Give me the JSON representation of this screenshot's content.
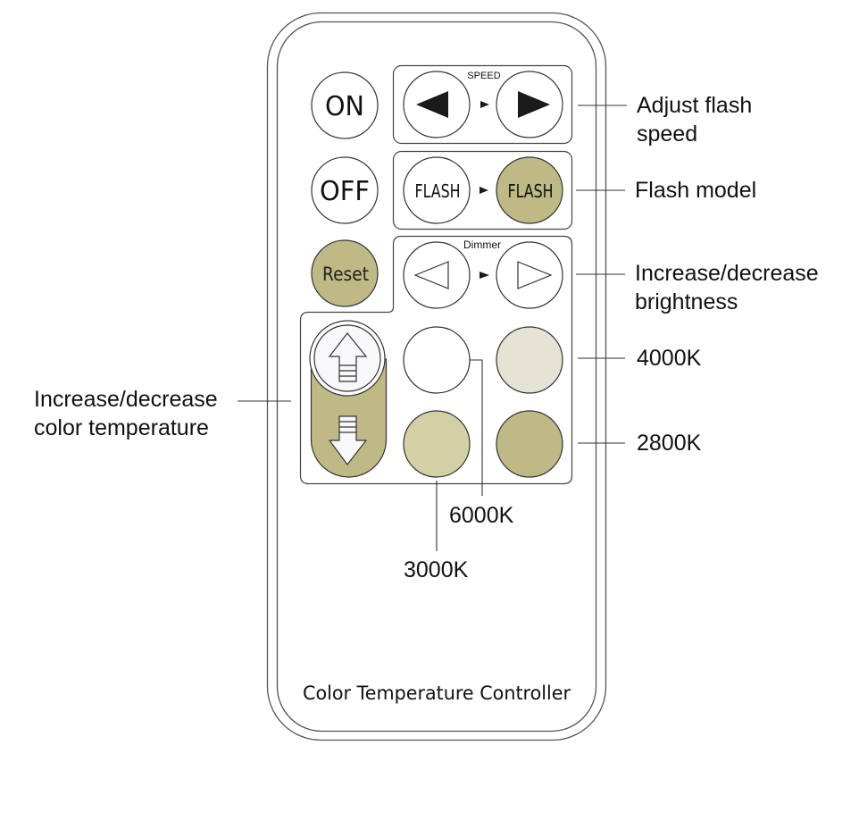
{
  "remote": {
    "title": "Color Temperature Controller",
    "buttons": {
      "on": "ON",
      "off": "OFF",
      "reset": "Reset",
      "flash_a": "FLASH",
      "flash_b": "FLASH"
    },
    "groups": {
      "speed": "SPEED",
      "dimmer": "Dimmer"
    },
    "icons": {
      "speed_left": "solid-left-triangle-icon",
      "speed_right": "solid-right-triangle-icon",
      "dimmer_left": "outline-left-triangle-icon",
      "dimmer_right": "outline-right-triangle-icon",
      "temp_up": "up-arrow-icon",
      "temp_down": "down-arrow-icon",
      "separator": "small-right-triangle-icon"
    },
    "colors": {
      "accent_olive": "#bfb985",
      "swatch_6000k": "#ffffff",
      "swatch_4000k": "#e5e3d3",
      "swatch_3000k": "#d4d0a6",
      "swatch_2800k": "#bfb985",
      "outline": "#333333"
    }
  },
  "callouts": {
    "speed": [
      "Adjust flash",
      "speed"
    ],
    "flash": "Flash model",
    "brightness": [
      "Increase/decrease",
      "brightness"
    ],
    "color_temp": [
      "Increase/decrease",
      "color temperature"
    ],
    "k4000": "4000K",
    "k2800": "2800K",
    "k6000": "6000K",
    "k3000": "3000K"
  }
}
